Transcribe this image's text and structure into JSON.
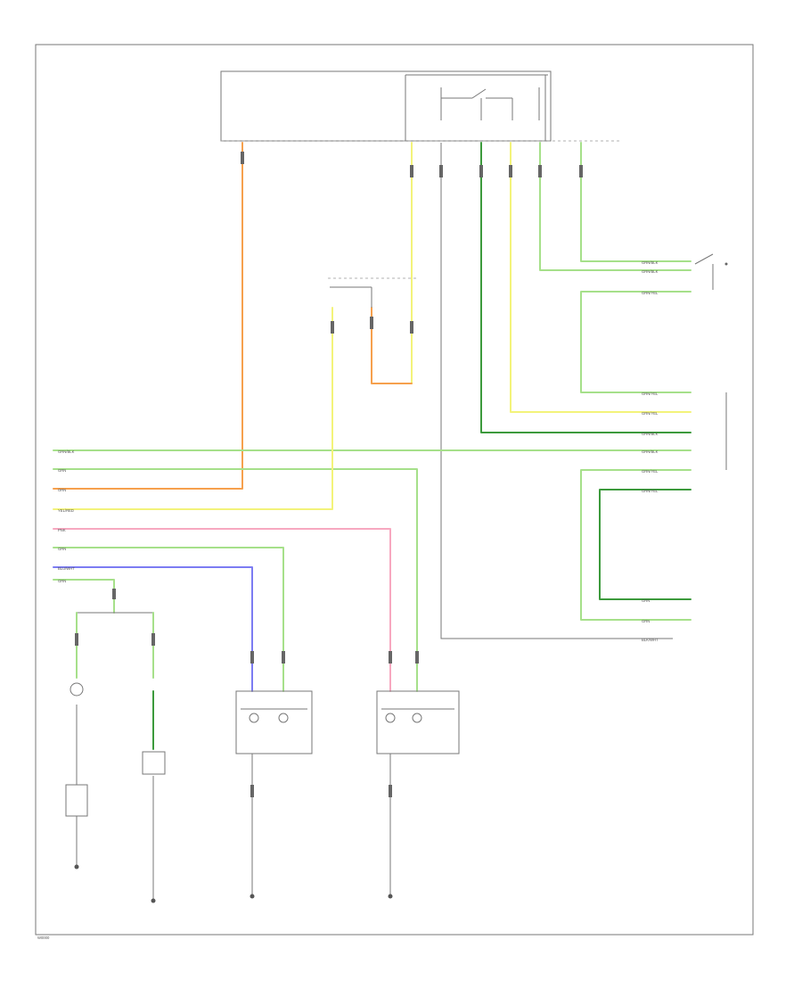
{
  "colors": {
    "orange": "#f6a04d",
    "yellow": "#f3f37a",
    "green": "#a6e08a",
    "dark_green": "#3c9a3c",
    "pink": "#f7a8c0",
    "blue": "#7c7cf2",
    "gray": "#777777",
    "background": "#ffffff"
  },
  "wire_tags": [
    "GRN/BLK",
    "GRN",
    "ORN",
    "YEL/RED",
    "PNK",
    "GRN",
    "BLU/WHT",
    "GRN",
    "GRN/BLK",
    "GRN/BLK",
    "GRN/YEL",
    "GRN/YEL",
    "GRN/YEL",
    "GRN/BLK",
    "GRN/BLK",
    "GRN/YEL",
    "GRN/YEL",
    "BLK/WHT",
    "GRN",
    "GRN"
  ],
  "footer_code": "W0000"
}
